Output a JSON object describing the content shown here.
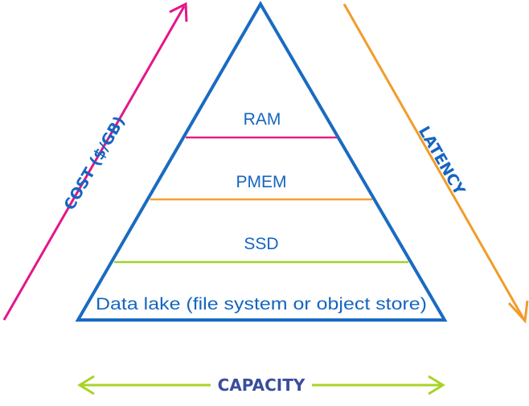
{
  "tiers": [
    {
      "label": "RAM",
      "color": "#e0208c"
    },
    {
      "label": "PMEM",
      "color": "#f5a033"
    },
    {
      "label": "SSD",
      "color": "#a3d12d"
    },
    {
      "label": "Data lake (file system or object store)"
    }
  ],
  "axes": {
    "cost": {
      "label": "COST ($/GB)",
      "color": "#e4168a"
    },
    "latency": {
      "label": "LATENCY",
      "color": "#f29b2a",
      "label_color": "#1565c0"
    },
    "capacity": {
      "label": "CAPACITY",
      "color": "#a8d326",
      "label_color": "#3a4d9c"
    }
  },
  "colors": {
    "pyramid_outline": "#1a6bc1",
    "text": "#1565c0"
  }
}
